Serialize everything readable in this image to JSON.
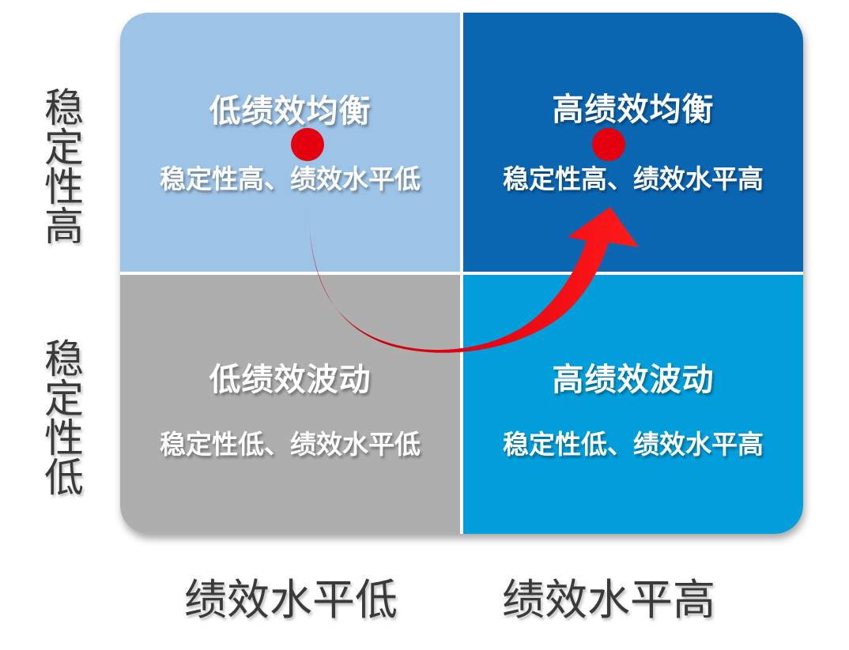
{
  "y_axis": {
    "high_label": "稳定性高",
    "low_label": "稳定性低"
  },
  "x_axis": {
    "low_label": "绩效水平低",
    "high_label": "绩效水平高"
  },
  "quadrants": {
    "top_left": {
      "title": "低绩效均衡",
      "subtitle": "稳定性高、绩效水平低",
      "color": "#9dc3e6"
    },
    "top_right": {
      "title": "高绩效均衡",
      "subtitle": "稳定性高、绩效水平高",
      "color": "#0b66b2"
    },
    "bottom_left": {
      "title": "低绩效波动",
      "subtitle": "稳定性低、绩效水平低",
      "color": "#aeaeae"
    },
    "bottom_right": {
      "title": "高绩效波动",
      "subtitle": "稳定性低、绩效水平高",
      "color": "#039fdc"
    }
  },
  "arrow": {
    "color": "#e3000f",
    "from": "top_left",
    "to": "top_right"
  }
}
